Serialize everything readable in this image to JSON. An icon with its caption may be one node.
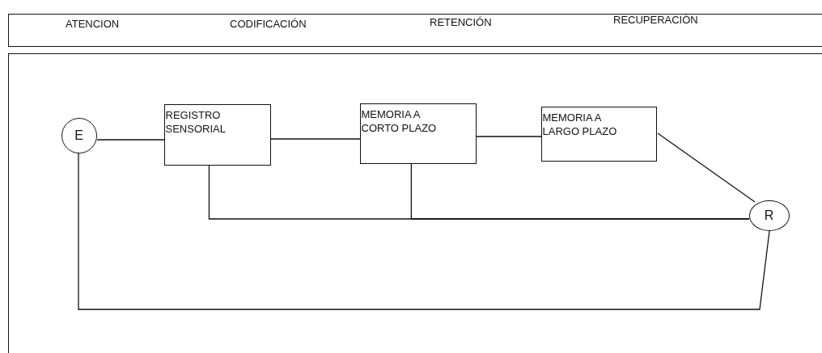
{
  "diagram": {
    "nodes": [
      {
        "text": [
          "ATENCION",
          "CODIFICACIÓN",
          "RETENCIÓN",
          "RECUPERACIÓN"
        ]
      },
      {
        "text": [],
        "shape": "box"
      },
      {
        "text": [
          "E"
        ],
        "in": 1
      },
      {
        "text": [
          "REGISTRO SENSORIAL"
        ],
        "in": 1
      },
      {
        "text": [
          "MEMORIA A CORTO PLAZO"
        ],
        "in": 1
      },
      {
        "text": [
          "MEMORIA A LARGO PLAZO"
        ],
        "in": 1
      },
      {
        "text": [
          "R"
        ],
        "in": 1
      }
    ],
    "edges": [
      {
        "from": 2,
        "to": 3,
        "arrow": "none"
      },
      {
        "from": 3,
        "to": 4,
        "arrow": "none"
      },
      {
        "from": 4,
        "to": 5,
        "arrow": "none"
      },
      {
        "from": 5,
        "to": 6,
        "arrow": "none"
      },
      {
        "from": 3,
        "to": 6,
        "arrow": "none"
      },
      {
        "from": 4,
        "to": 6,
        "arrow": "none"
      },
      {
        "from": 2,
        "to": 6,
        "arrow": "none"
      }
    ]
  }
}
